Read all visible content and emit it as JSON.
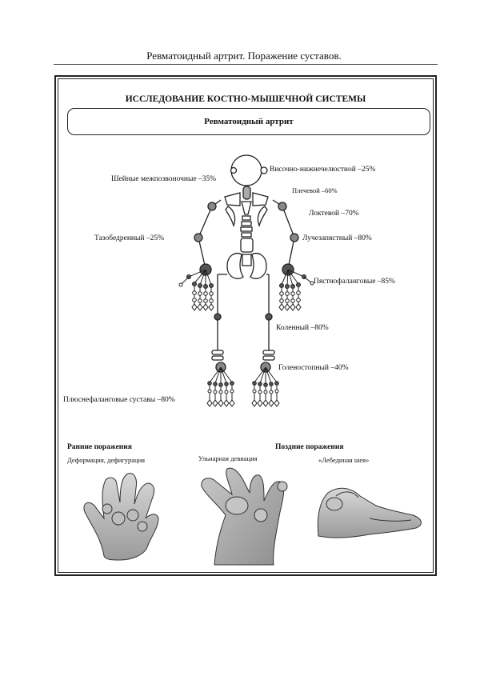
{
  "header": {
    "title": "Ревматоидный артрит. Поражение суставов."
  },
  "panel": {
    "title": "ИССЛЕДОВАНИЕ КОСТНО-МЫШЕЧНОЙ СИСТЕМЫ",
    "subtitle": "Ревматоидный артрит"
  },
  "joints": {
    "temporomandibular": "Височно-нижнечелюстной –25%",
    "cervical": "Шейные межпозвоночные –35%",
    "shoulder": "Плечевой –60%",
    "elbow": "Локтевой –70%",
    "hip": "Тазобедренный –25%",
    "wrist": "Лучезапястный –80%",
    "mcp": "Пястнофаланговые –85%",
    "knee": "Коленный –80%",
    "ankle": "Голеностопный –40%",
    "mtp": "Плюснефаланговые суставы –80%"
  },
  "lesions": {
    "early_heading": "Ранние поражения",
    "early_caption": "Деформация, дефигурация",
    "late_heading": "Поздние поражения",
    "ulnar_caption": "Ульнарная девиация",
    "swan_caption": "«Лебединая шея»"
  }
}
